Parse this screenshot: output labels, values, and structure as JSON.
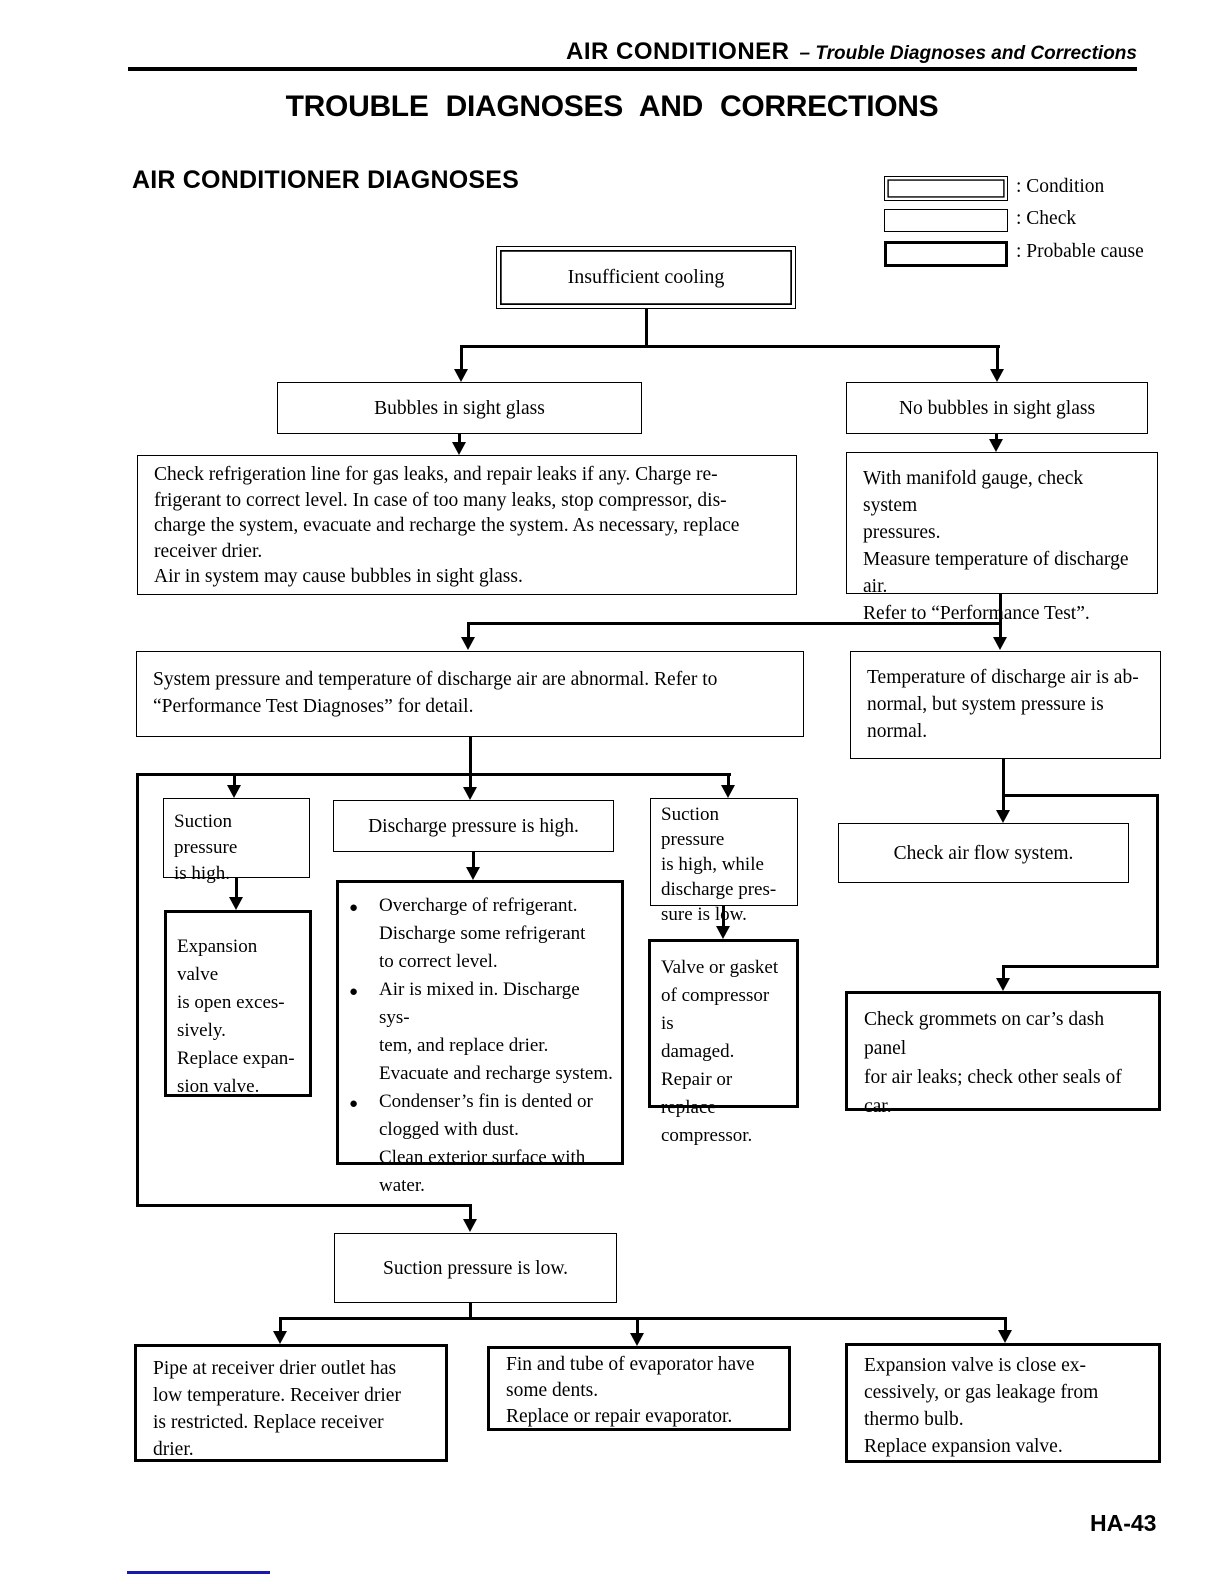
{
  "page": {
    "header_section": "AIR CONDITIONER",
    "header_subsection": "– Trouble Diagnoses and Corrections",
    "title": "TROUBLE DIAGNOSES AND CORRECTIONS",
    "section_heading": "AIR CONDITIONER DIAGNOSES",
    "page_number": "HA-43"
  },
  "legend": {
    "condition_label": ": Condition",
    "check_label": ": Check",
    "cause_label": ": Probable cause"
  },
  "flowchart": {
    "nodes": {
      "insufficient_cooling": {
        "type": "condition",
        "text": "Insufficient cooling"
      },
      "bubbles": {
        "type": "check",
        "text": "Bubbles in sight glass"
      },
      "no_bubbles": {
        "type": "check",
        "text": "No bubbles in sight glass"
      },
      "check_refrigeration": {
        "type": "check",
        "text": "Check refrigeration line for gas leaks, and repair leaks if any.  Charge re-\nfrigerant to correct level.  In case of too many leaks, stop compressor, dis-\ncharge the system, evacuate and recharge the system.  As necessary, replace\nreceiver drier.\nAir in system may cause bubbles in sight glass."
      },
      "with_manifold": {
        "type": "check",
        "text": "With manifold gauge, check system\npressures.\nMeasure temperature of discharge air.\nRefer to “Performance Test”."
      },
      "system_pressure_abnormal": {
        "type": "check",
        "text": "System pressure and temperature of discharge air are abnormal.  Refer to\n“Performance Test Diagnoses” for detail."
      },
      "temp_abnormal": {
        "type": "check",
        "text": "Temperature of discharge air is ab-\nnormal, but system pressure is\nnormal."
      },
      "suction_high": {
        "type": "check",
        "text": "Suction pressure\nis high."
      },
      "discharge_high": {
        "type": "check",
        "text": "Discharge pressure is high."
      },
      "suction_high_discharge_low": {
        "type": "check",
        "text": "Suction pressure\nis high, while\ndischarge pres-\nsure is low."
      },
      "expansion_open": {
        "type": "cause",
        "text": "Expansion valve\nis open exces-\nsively.\nReplace expan-\nsion valve."
      },
      "overcharge": {
        "type": "cause",
        "bullet": "●",
        "items": [
          "Overcharge of refrigerant.\nDischarge some refrigerant\nto correct level.",
          "Air is mixed in. Discharge sys-\ntem, and replace drier.\nEvacuate and recharge system.",
          "Condenser’s fin is dented or\nclogged with dust.\nClean exterior surface with\nwater."
        ]
      },
      "valve_gasket": {
        "type": "cause",
        "text": "Valve or gasket\nof compressor is\ndamaged.\nRepair or replace\ncompressor."
      },
      "check_airflow": {
        "type": "check",
        "text": "Check air flow system."
      },
      "check_grommets": {
        "type": "cause",
        "text": "Check grommets on car’s dash panel\nfor air leaks; check other seals of\ncar."
      },
      "suction_low": {
        "type": "check",
        "text": "Suction pressure is low."
      },
      "pipe_receiver": {
        "type": "cause",
        "text": "Pipe at receiver drier outlet has\nlow temperature.  Receiver drier\nis restricted.  Replace receiver\ndrier."
      },
      "fin_tube": {
        "type": "cause",
        "text": "Fin and tube of evaporator have\nsome dents.\nReplace or repair evaporator."
      },
      "expansion_close": {
        "type": "cause",
        "text": "Expansion valve is close ex-\ncessively, or gas leakage from\nthermo bulb.\nReplace expansion valve."
      }
    }
  }
}
